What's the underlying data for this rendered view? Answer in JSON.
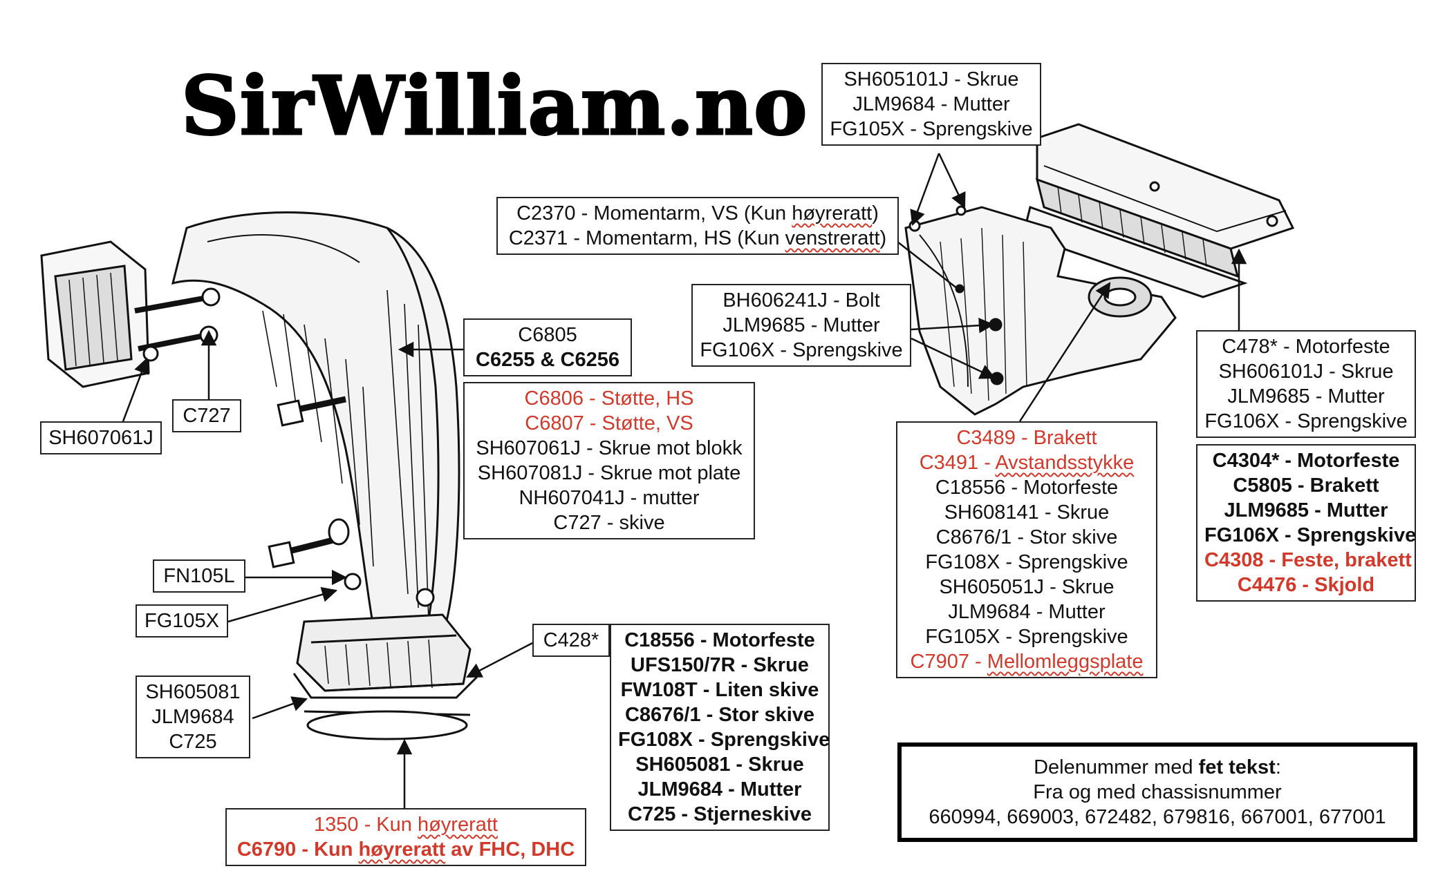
{
  "logo": "SirWilliam.no",
  "labels": {
    "sh605101j_group": [
      "SH605101J - Skrue",
      "JLM9684 - Mutter",
      "FG105X - Sprengskive"
    ],
    "c2370_group": [
      "C2370 - Momentarm, VS (Kun ",
      "høyreratt",
      ")",
      "C2371 - Momentarm, HS (Kun ",
      "venstreratt",
      ")"
    ],
    "bh606241j_group": [
      "BH606241J - Bolt",
      "JLM9685 - Mutter",
      "FG106X - Sprengskive"
    ],
    "c6805_group": [
      "C6805",
      "C6255 & C6256"
    ],
    "c6806_group": [
      "C6806 - Støtte, HS",
      "C6807 - Støtte, VS",
      "SH607061J - Skrue mot blokk",
      "SH607081J - Skrue mot plate",
      "NH607041J - mutter",
      "C727 - skive"
    ],
    "c727": "C727",
    "sh607061j": "SH607061J",
    "fn105l": "FN105L",
    "fg105x": "FG105X",
    "sh605081_group": [
      "SH605081",
      "JLM9684",
      "C725"
    ],
    "c428": "C428*",
    "c18556_group": [
      "C18556 - Motorfeste",
      "UFS150/7R - Skrue",
      "FW108T - Liten skive",
      "C8676/1 - Stor skive",
      "FG108X - Sprengskive",
      "SH605081 - Skrue",
      "JLM9684 - Mutter",
      "C725 - Stjerneskive"
    ],
    "r1350_group": [
      "1350 - Kun ",
      "høyreratt",
      "C6790 - Kun ",
      "høyreratt",
      " av FHC, DHC"
    ],
    "c3489_group": [
      "C3489 - Brakett",
      "C3491 - ",
      "Avstandsstykke",
      "C18556 - Motorfeste",
      "SH608141 - Skrue",
      "C8676/1 - Stor skive",
      "FG108X - Sprengskive",
      "SH605051J - Skrue",
      "JLM9684 - Mutter",
      "FG105X - Sprengskive",
      "C7907 - ",
      "Mellomleggsplate"
    ],
    "c478_group": [
      "C478* - Motorfeste",
      "SH606101J - Skrue",
      "JLM9685 - Mutter",
      "FG106X - Sprengskive"
    ],
    "c4304_group": [
      "C4304* - Motorfeste",
      "C5805 - Brakett",
      "JLM9685 - Mutter",
      "FG106X - Sprengskive",
      "C4308 - Feste, brakett",
      "C4476 - Skjold"
    ],
    "note": {
      "line1_prefix": "Delenummer med ",
      "line1_bold": "fet tekst",
      "line1_suffix": ":",
      "line2": "Fra og med chassisnummer",
      "line3": "660994, 669003, 672482, 679816, 667001, 677001"
    }
  },
  "colors": {
    "red": "#d3392b",
    "ink": "#111111"
  }
}
